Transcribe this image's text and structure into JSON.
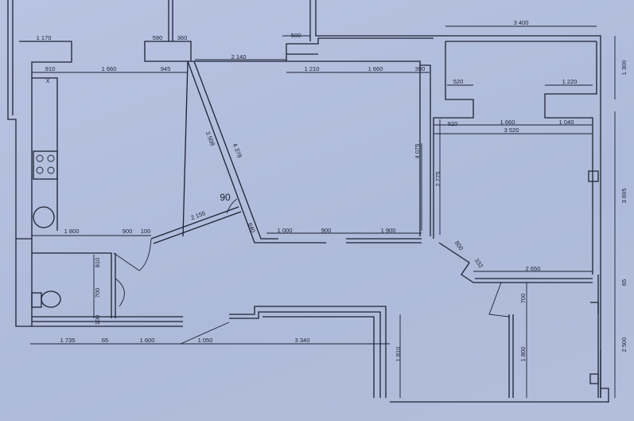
{
  "dimensions": {
    "top_1170": "1 170",
    "top_590": "590",
    "top_360": "360",
    "top_500": "500",
    "top_3400": "3 400",
    "top_2140": "2 140",
    "row_910": "910",
    "row_1660a": "1 660",
    "row_945": "945",
    "row_1210": "1 210",
    "row_1660b": "1 660",
    "row_390": "390",
    "bed_520": "520",
    "bed_1220": "1 220",
    "bed_820": "820",
    "bed_1660": "1 660",
    "bed_1040": "1 040",
    "bed_3520": "3 520",
    "right_1300": "1 300",
    "right_3695": "3 695",
    "right_65": "65",
    "right_2500": "2 500",
    "diag_3508": "3 508",
    "diag_4378": "4 378",
    "angle_90": "90",
    "diag_2155": "2 155",
    "diag_640": "640",
    "v_4075": "4 075",
    "v_2775": "2 775",
    "mid_1800": "1 800",
    "mid_900a": "900",
    "mid_100": "100",
    "mid_1000": "1 000",
    "mid_900b": "900",
    "mid_1900": "1 900",
    "door_800": "800",
    "door_332": "332",
    "r_2650": "2 650",
    "r_700": "700",
    "r_1800": "1 800",
    "r_1810": "1 810",
    "bath_810": "810",
    "bath_700": "700",
    "bath_100": "100",
    "bot_1735": "1 735",
    "bot_65": "65",
    "bot_1600": "1 600",
    "bot_1050": "1 050",
    "bot_3340": "3 340",
    "sink_mark": "X"
  },
  "colors": {
    "paper": "#b4bfdd",
    "ink": "#1c2233"
  }
}
